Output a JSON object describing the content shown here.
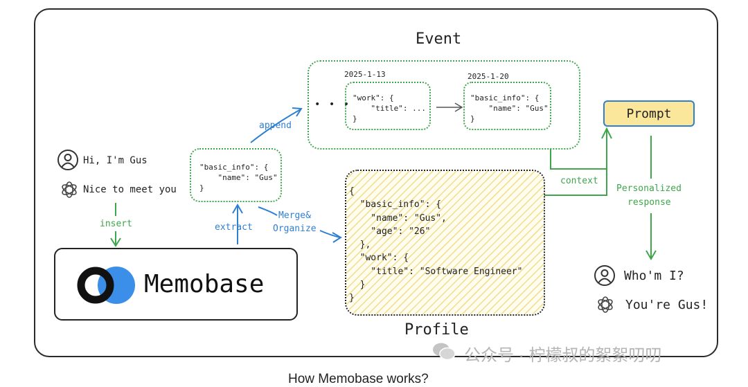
{
  "diagram": {
    "event_title": "Event",
    "profile_title": "Profile",
    "event_date_1": "2025-1-13",
    "event_date_2": "2025-1-20",
    "event_ellipsis": "• • •",
    "event_code_1": "\"work\": {\n    \"title\": ...\n}",
    "event_code_2": "\"basic_info\": {\n    \"name\": \"Gus\"\n}",
    "extract_code": "\"basic_info\": {\n    \"name\": \"Gus\"\n}",
    "profile_code": "{\n  \"basic_info\": {\n    \"name\": \"Gus\",\n    \"age\": \"26\"\n  },\n  \"work\": {\n    \"title\": \"Software Engineer\"\n  }\n}",
    "prompt_label": "Prompt",
    "memobase_label": "Memobase",
    "labels": {
      "append": "append",
      "extract": "extract",
      "merge_1": "Merge&",
      "merge_2": "Organize",
      "insert": "insert",
      "context": "context",
      "personalized_1": "Personalized",
      "personalized_2": "response"
    },
    "chat_in": [
      {
        "icon": "user-icon",
        "text": "Hi, I'm Gus"
      },
      {
        "icon": "openai-icon",
        "text": "Nice to meet you"
      }
    ],
    "chat_out": [
      {
        "icon": "user-icon",
        "text": "Who'm I?"
      },
      {
        "icon": "openai-icon",
        "text": "You're Gus!"
      }
    ]
  },
  "watermark": "公众号 · 柠檬叔的絮絮叨叨",
  "caption": "How Memobase works?",
  "colors": {
    "blue": "#2f7fd0",
    "green": "#3fa54b",
    "prompt_fill": "#fbe79b",
    "logo_blue": "#3b8fe8",
    "logo_dark": "#111111"
  }
}
